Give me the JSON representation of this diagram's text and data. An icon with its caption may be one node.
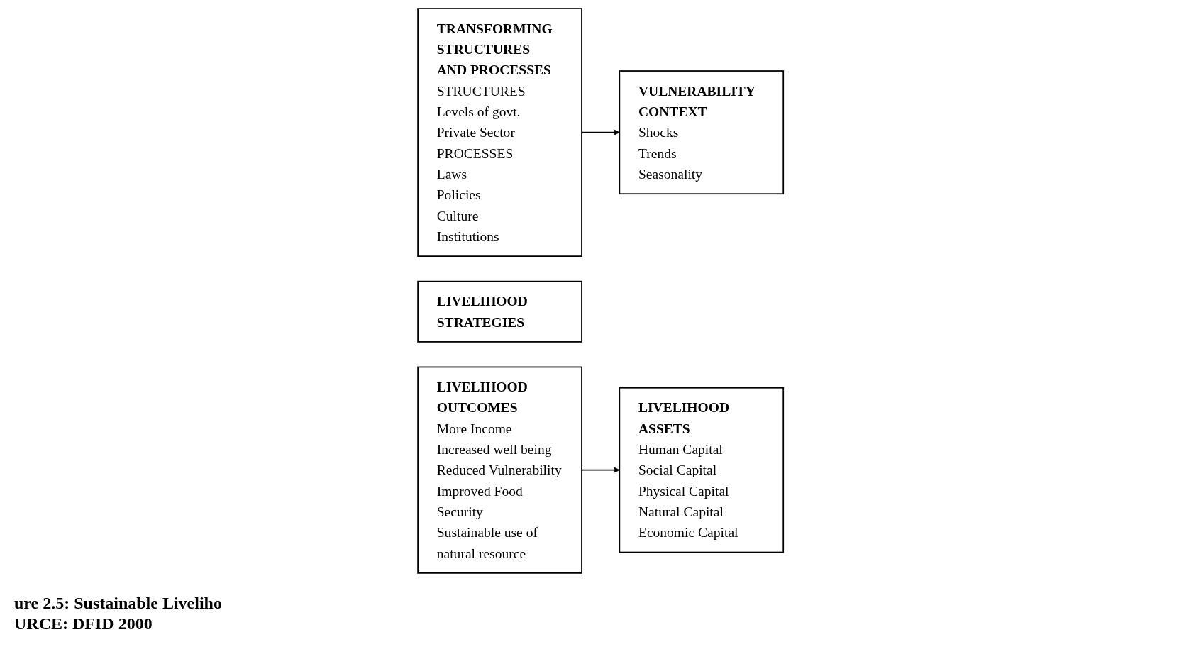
{
  "diagram": {
    "caption": "ure 2.5: Sustainable Liveliho",
    "nodes": [
      {
        "text": [
          "VULNERABILITY CONTEXT",
          "Shocks",
          "Trends",
          "Seasonality"
        ]
      },
      {
        "text": [
          "LIVELIHOOD ASSETS",
          "Human Capital",
          "Social Capital",
          "Physical Capital",
          "Natural Capital",
          "Economic Capital"
        ]
      },
      {
        "text": [
          "TRANSFORMING STRUCTURES AND PROCESSES",
          "STRUCTURES",
          "Levels of govt.",
          "Private Sector",
          "PROCESSES",
          "Laws",
          "Policies",
          "Culture",
          "Institutions"
        ]
      },
      {
        "text": [
          "LIVELIHOOD STRATEGIES"
        ]
      },
      {
        "text": [
          "LIVELIHOOD OUTCOMES",
          "More Income",
          "Increased well being",
          "Reduced Vulnerability",
          "Improved Food Security",
          "Sustainable use of natural resource"
        ]
      }
    ],
    "edges": [
      {
        "from": 2,
        "to": 0,
        "arrow": "to"
      },
      {
        "from": 4,
        "to": 1,
        "arrow": "to"
      }
    ],
    "labels": [
      "URCE: DFID 2000"
    ]
  }
}
